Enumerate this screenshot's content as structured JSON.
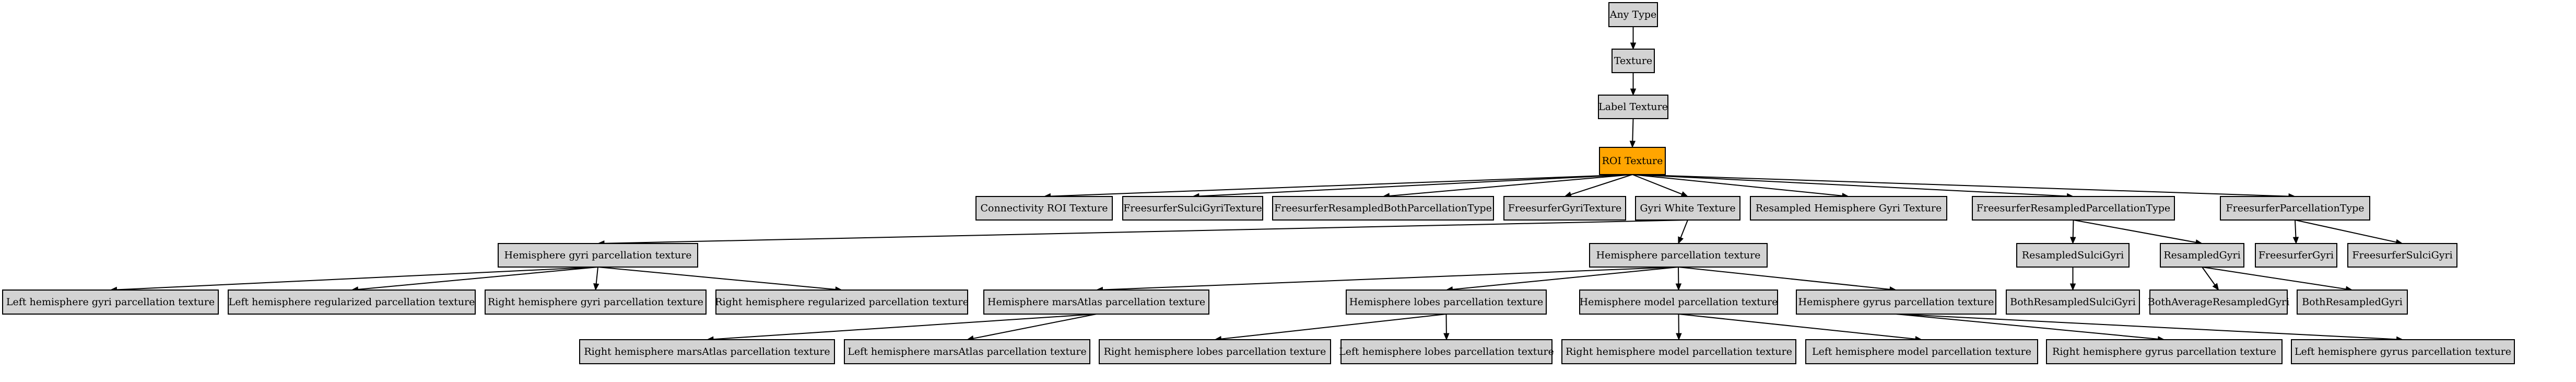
{
  "colors": {
    "node_fill": "#d3d3d3",
    "highlight_fill": "#ffa500",
    "stroke": "#000000",
    "background": "#ffffff"
  },
  "nodes": [
    {
      "id": "any_type",
      "label": "Any Type"
    },
    {
      "id": "texture",
      "label": "Texture"
    },
    {
      "id": "label_texture",
      "label": "Label Texture"
    },
    {
      "id": "roi_texture",
      "label": "ROI Texture",
      "highlighted": true
    },
    {
      "id": "connectivity_roi",
      "label": "Connectivity ROI Texture"
    },
    {
      "id": "fs_sulci_gyri_tex",
      "label": "FreesurferSulciGyriTexture"
    },
    {
      "id": "fs_resampled_both",
      "label": "FreesurferResampledBothParcellationType"
    },
    {
      "id": "fs_gyri_tex",
      "label": "FreesurferGyriTexture"
    },
    {
      "id": "gyri_white",
      "label": "Gyri White Texture"
    },
    {
      "id": "resampled_hemi_gyri",
      "label": "Resampled Hemisphere Gyri Texture"
    },
    {
      "id": "fs_resampled_parc",
      "label": "FreesurferResampledParcellationType"
    },
    {
      "id": "fs_parc_type",
      "label": "FreesurferParcellationType"
    },
    {
      "id": "hemi_gyri_parc",
      "label": "Hemisphere gyri parcellation texture"
    },
    {
      "id": "hemi_parc",
      "label": "Hemisphere parcellation texture"
    },
    {
      "id": "resampled_sulci_gyri",
      "label": "ResampledSulciGyri"
    },
    {
      "id": "resampled_gyri",
      "label": "ResampledGyri"
    },
    {
      "id": "freesurfer_gyri",
      "label": "FreesurferGyri"
    },
    {
      "id": "freesurfer_sulci_gyri",
      "label": "FreesurferSulciGyri"
    },
    {
      "id": "left_hemi_gyri_parc",
      "label": "Left hemisphere gyri parcellation texture"
    },
    {
      "id": "left_hemi_reg_parc",
      "label": "Left hemisphere regularized parcellation texture"
    },
    {
      "id": "right_hemi_gyri_parc",
      "label": "Right hemisphere gyri parcellation texture"
    },
    {
      "id": "right_hemi_reg_parc",
      "label": "Right hemisphere regularized parcellation texture"
    },
    {
      "id": "hemi_marsatlas",
      "label": "Hemisphere marsAtlas parcellation texture"
    },
    {
      "id": "hemi_lobes",
      "label": "Hemisphere lobes parcellation texture"
    },
    {
      "id": "hemi_model",
      "label": "Hemisphere model parcellation texture"
    },
    {
      "id": "hemi_gyrus",
      "label": "Hemisphere gyrus parcellation texture"
    },
    {
      "id": "both_resampled_sulci_gyri",
      "label": "BothResampledSulciGyri"
    },
    {
      "id": "both_avg_resampled_gyri",
      "label": "BothAverageResampledGyri"
    },
    {
      "id": "both_resampled_gyri",
      "label": "BothResampledGyri"
    },
    {
      "id": "right_marsatlas",
      "label": "Right hemisphere marsAtlas parcellation texture"
    },
    {
      "id": "left_marsatlas",
      "label": "Left hemisphere marsAtlas parcellation texture"
    },
    {
      "id": "right_lobes",
      "label": "Right hemisphere lobes parcellation texture"
    },
    {
      "id": "left_lobes",
      "label": "Left hemisphere lobes parcellation texture"
    },
    {
      "id": "right_model",
      "label": "Right hemisphere model parcellation texture"
    },
    {
      "id": "left_model",
      "label": "Left hemisphere model parcellation texture"
    },
    {
      "id": "right_gyrus",
      "label": "Right hemisphere gyrus parcellation texture"
    },
    {
      "id": "left_gyrus",
      "label": "Left hemisphere gyrus parcellation texture"
    }
  ],
  "edges": [
    {
      "from": "any_type",
      "to": "texture"
    },
    {
      "from": "texture",
      "to": "label_texture"
    },
    {
      "from": "label_texture",
      "to": "roi_texture"
    },
    {
      "from": "roi_texture",
      "to": "connectivity_roi"
    },
    {
      "from": "roi_texture",
      "to": "fs_sulci_gyri_tex"
    },
    {
      "from": "roi_texture",
      "to": "fs_resampled_both"
    },
    {
      "from": "roi_texture",
      "to": "fs_gyri_tex"
    },
    {
      "from": "roi_texture",
      "to": "gyri_white"
    },
    {
      "from": "roi_texture",
      "to": "resampled_hemi_gyri"
    },
    {
      "from": "roi_texture",
      "to": "fs_resampled_parc"
    },
    {
      "from": "roi_texture",
      "to": "fs_parc_type"
    },
    {
      "from": "gyri_white",
      "to": "hemi_gyri_parc"
    },
    {
      "from": "gyri_white",
      "to": "hemi_parc"
    },
    {
      "from": "fs_resampled_parc",
      "to": "resampled_sulci_gyri"
    },
    {
      "from": "fs_resampled_parc",
      "to": "resampled_gyri"
    },
    {
      "from": "fs_parc_type",
      "to": "freesurfer_gyri"
    },
    {
      "from": "fs_parc_type",
      "to": "freesurfer_sulci_gyri"
    },
    {
      "from": "hemi_gyri_parc",
      "to": "left_hemi_gyri_parc"
    },
    {
      "from": "hemi_gyri_parc",
      "to": "left_hemi_reg_parc"
    },
    {
      "from": "hemi_gyri_parc",
      "to": "right_hemi_gyri_parc"
    },
    {
      "from": "hemi_gyri_parc",
      "to": "right_hemi_reg_parc"
    },
    {
      "from": "hemi_parc",
      "to": "hemi_marsatlas"
    },
    {
      "from": "hemi_parc",
      "to": "hemi_lobes"
    },
    {
      "from": "hemi_parc",
      "to": "hemi_model"
    },
    {
      "from": "hemi_parc",
      "to": "hemi_gyrus"
    },
    {
      "from": "resampled_sulci_gyri",
      "to": "both_resampled_sulci_gyri"
    },
    {
      "from": "resampled_gyri",
      "to": "both_avg_resampled_gyri"
    },
    {
      "from": "resampled_gyri",
      "to": "both_resampled_gyri"
    },
    {
      "from": "hemi_marsatlas",
      "to": "right_marsatlas"
    },
    {
      "from": "hemi_marsatlas",
      "to": "left_marsatlas"
    },
    {
      "from": "hemi_lobes",
      "to": "right_lobes"
    },
    {
      "from": "hemi_lobes",
      "to": "left_lobes"
    },
    {
      "from": "hemi_model",
      "to": "right_model"
    },
    {
      "from": "hemi_model",
      "to": "left_model"
    },
    {
      "from": "hemi_gyrus",
      "to": "right_gyrus"
    },
    {
      "from": "hemi_gyrus",
      "to": "left_gyrus"
    }
  ]
}
